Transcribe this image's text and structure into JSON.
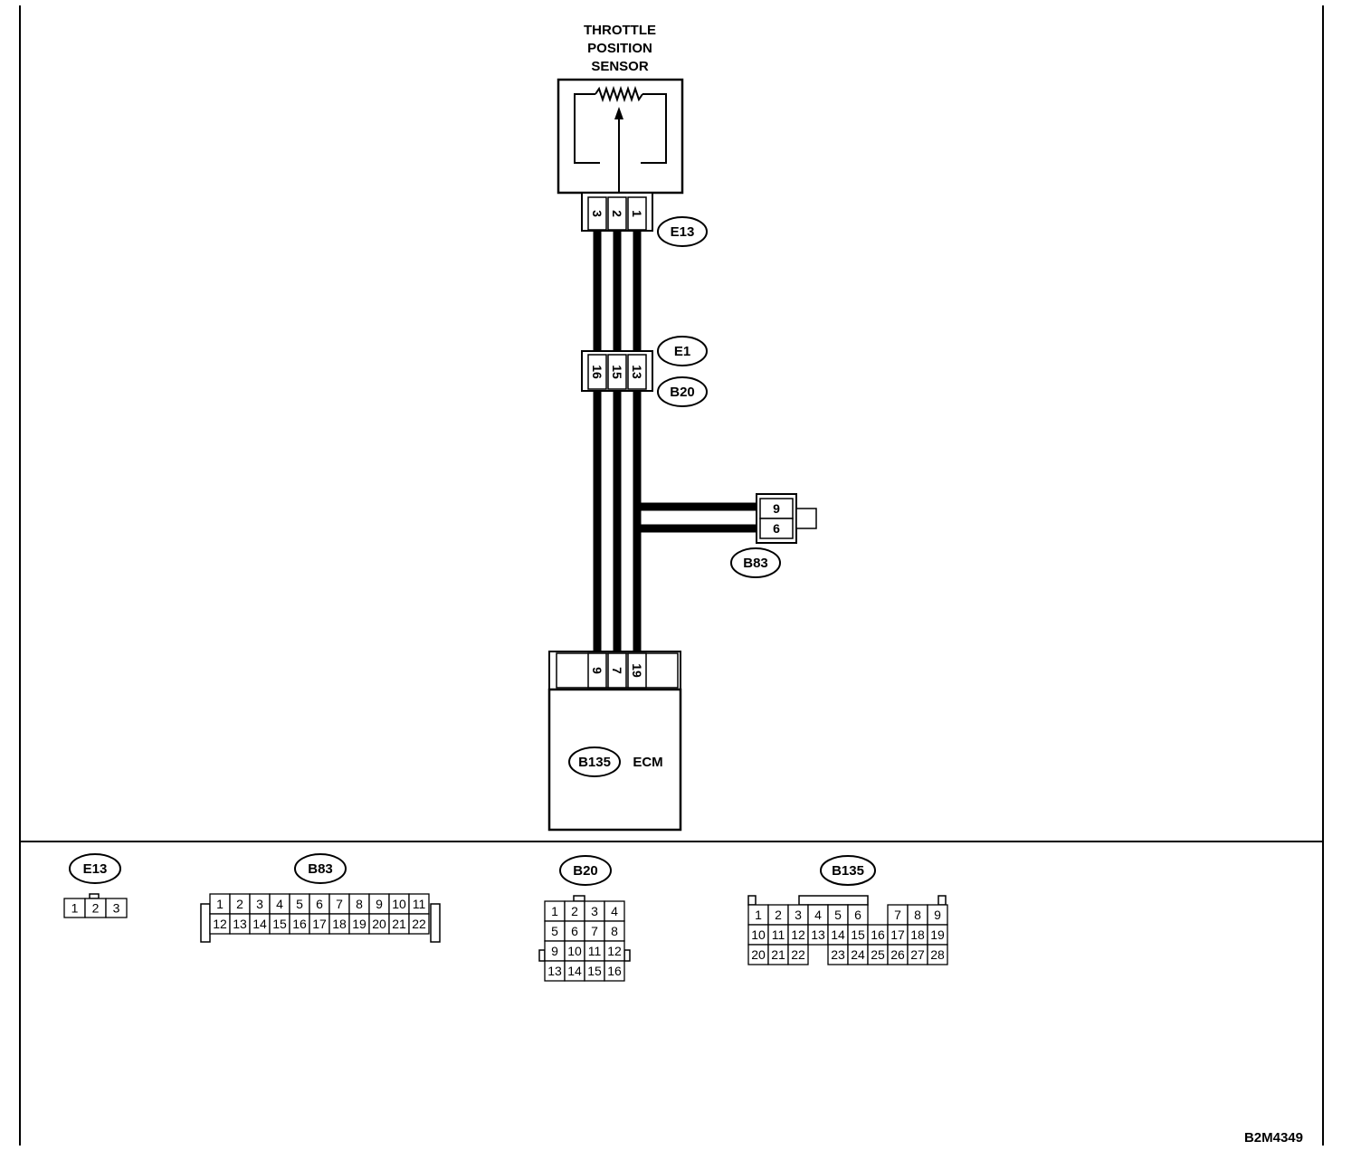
{
  "sensor": {
    "title_lines": [
      "THROTTLE",
      "POSITION",
      "SENSOR"
    ]
  },
  "connectors": {
    "e13": {
      "ref": "E13",
      "pins": [
        "3",
        "2",
        "1"
      ]
    },
    "e1": {
      "ref": "E1"
    },
    "b20": {
      "ref": "B20",
      "pins": [
        "16",
        "15",
        "13"
      ]
    },
    "b83": {
      "ref": "B83",
      "pins": [
        "9",
        "6"
      ]
    },
    "ecm": {
      "ref": "B135",
      "name": "ECM",
      "pins": [
        "9",
        "7",
        "19"
      ]
    }
  },
  "faces": {
    "e13": {
      "ref": "E13",
      "rows": [
        [
          "1",
          "2",
          "3"
        ]
      ]
    },
    "b83": {
      "ref": "B83",
      "rows": [
        [
          "1",
          "2",
          "3",
          "4",
          "5",
          "6",
          "7",
          "8",
          "9",
          "10",
          "11"
        ],
        [
          "12",
          "13",
          "14",
          "15",
          "16",
          "17",
          "18",
          "19",
          "20",
          "21",
          "22"
        ]
      ]
    },
    "b20": {
      "ref": "B20",
      "rows": [
        [
          "1",
          "2",
          "3",
          "4"
        ],
        [
          "5",
          "6",
          "7",
          "8"
        ],
        [
          "9",
          "10",
          "11",
          "12"
        ],
        [
          "13",
          "14",
          "15",
          "16"
        ]
      ]
    },
    "b135": {
      "ref": "B135",
      "rows": [
        [
          "1",
          "2",
          "3",
          "4",
          "5",
          "6",
          "",
          "7",
          "8",
          "9"
        ],
        [
          "10",
          "11",
          "12",
          "13",
          "14",
          "15",
          "16",
          "17",
          "18",
          "19"
        ],
        [
          "20",
          "21",
          "22",
          "",
          "23",
          "24",
          "25",
          "26",
          "27",
          "28"
        ]
      ]
    }
  },
  "figure_id": "B2M4349"
}
